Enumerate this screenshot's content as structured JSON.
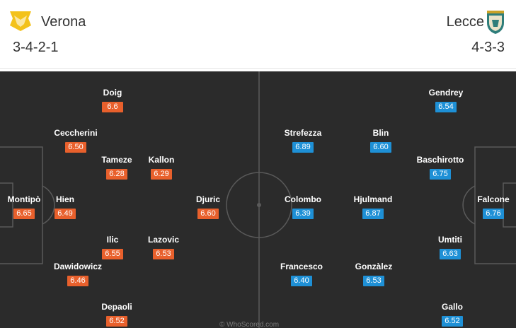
{
  "header": {
    "home": {
      "name": "Verona",
      "formation": "3-4-2-1",
      "crest_icon": "verona-crest-icon"
    },
    "away": {
      "name": "Lecce",
      "formation": "4-3-3",
      "crest_icon": "lecce-crest-icon"
    }
  },
  "colors": {
    "home_rating": "#e8602c",
    "away_rating": "#1e90d6",
    "pitch": "#2b2b2b",
    "pitch_lines": "#5a5a5a"
  },
  "home_players": [
    {
      "name": "Montipò",
      "rating": "6.65"
    },
    {
      "name": "Doig",
      "rating": "6.6"
    },
    {
      "name": "Ceccherini",
      "rating": "6.50"
    },
    {
      "name": "Hien",
      "rating": "6.49"
    },
    {
      "name": "Dawidowicz",
      "rating": "6.46"
    },
    {
      "name": "Tameze",
      "rating": "6.28"
    },
    {
      "name": "Ilic",
      "rating": "6.55"
    },
    {
      "name": "Depaoli",
      "rating": "6.52"
    },
    {
      "name": "Kallon",
      "rating": "6.29"
    },
    {
      "name": "Lazovic",
      "rating": "6.53"
    },
    {
      "name": "Djuric",
      "rating": "6.60"
    }
  ],
  "away_players": [
    {
      "name": "Falcone",
      "rating": "6.76"
    },
    {
      "name": "Gendrey",
      "rating": "6.54"
    },
    {
      "name": "Baschirotto",
      "rating": "6.75"
    },
    {
      "name": "Umtiti",
      "rating": "6.63"
    },
    {
      "name": "Gallo",
      "rating": "6.52"
    },
    {
      "name": "Blin",
      "rating": "6.60"
    },
    {
      "name": "Hjulmand",
      "rating": "6.87"
    },
    {
      "name": "Gonzàlez",
      "rating": "6.53"
    },
    {
      "name": "Strefezza",
      "rating": "6.89"
    },
    {
      "name": "Colombo",
      "rating": "6.39"
    },
    {
      "name": "Francesco",
      "rating": "6.40"
    }
  ],
  "watermark": "© WhoScored.com"
}
